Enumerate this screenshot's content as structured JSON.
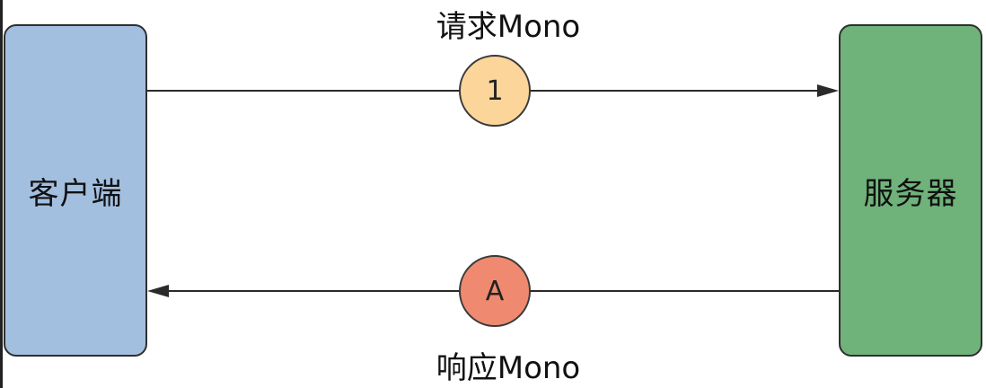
{
  "nodes": {
    "client": {
      "label": "客户端",
      "fill": "#a3bfe0"
    },
    "server": {
      "label": "服务器",
      "fill": "#6fb27a"
    }
  },
  "flows": {
    "request": {
      "label": "请求Mono",
      "marker": "1",
      "marker_fill": "#fcd59a",
      "direction": "client-to-server"
    },
    "response": {
      "label": "响应Mono",
      "marker": "A",
      "marker_fill": "#ef8a70",
      "direction": "server-to-client"
    }
  }
}
